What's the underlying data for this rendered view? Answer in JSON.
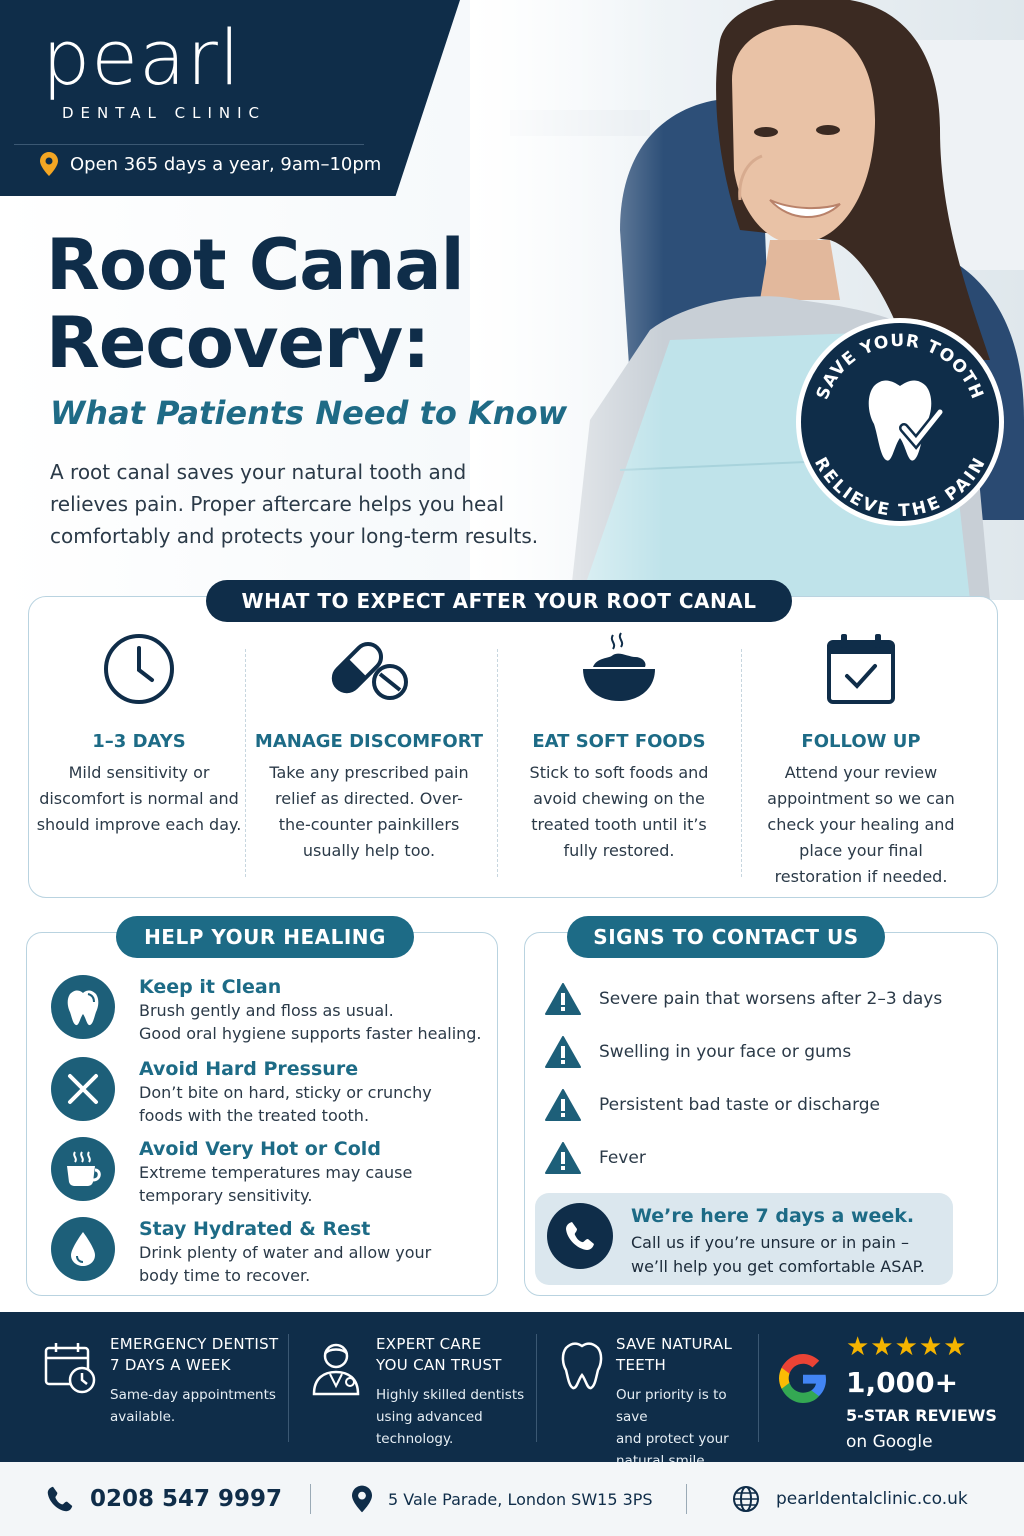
{
  "brand": {
    "name": "pearl",
    "subtitle": "DENTAL CLINIC",
    "hours": "Open 365 days a year, 9am–10pm"
  },
  "hero": {
    "title_line1": "Root Canal",
    "title_line2": "Recovery:",
    "subtitle": "What Patients Need to Know",
    "intro": "A root canal saves your natural tooth and relieves pain. Proper aftercare helps you heal comfortably and protects your long-term results.",
    "seal_top": "SAVE YOUR TOOTH",
    "seal_bottom": "RELIEVE THE PAIN"
  },
  "expect": {
    "heading": "WHAT TO EXPECT AFTER YOUR ROOT CANAL",
    "items": [
      {
        "icon": "clock-icon",
        "title": "1–3 DAYS",
        "text": "Mild sensitivity or discomfort is normal and should improve each day."
      },
      {
        "icon": "pills-icon",
        "title": "MANAGE DISCOMFORT",
        "text": "Take any prescribed pain relief as directed. Over-the-counter painkillers usually help too."
      },
      {
        "icon": "bowl-icon",
        "title": "EAT SOFT FOODS",
        "text": "Stick to soft foods and avoid chewing on the treated tooth until it’s fully restored."
      },
      {
        "icon": "calendar-check-icon",
        "title": "FOLLOW UP",
        "text": "Attend your review appointment so we can check your healing and place your final restoration if needed."
      }
    ]
  },
  "healing": {
    "heading": "HELP YOUR HEALING",
    "items": [
      {
        "icon": "tooth-icon",
        "title": "Keep it Clean",
        "text1": "Brush gently and floss as usual.",
        "text2": "Good oral hygiene supports faster healing."
      },
      {
        "icon": "no-bite-icon",
        "title": "Avoid Hard Pressure",
        "text1": "Don’t bite on hard, sticky or crunchy",
        "text2": "foods with the treated tooth."
      },
      {
        "icon": "hot-cup-icon",
        "title": "Avoid Very Hot or Cold",
        "text1": "Extreme temperatures may cause",
        "text2": "temporary sensitivity."
      },
      {
        "icon": "water-drop-icon",
        "title": "Stay Hydrated & Rest",
        "text1": "Drink plenty of water and allow your",
        "text2": "body time to recover."
      }
    ]
  },
  "contact": {
    "heading": "SIGNS TO CONTACT US",
    "signs": [
      "Severe pain that worsens after 2–3 days",
      "Swelling in your face or gums",
      "Persistent bad taste or discharge",
      "Fever"
    ],
    "call_title": "We’re here 7 days a week.",
    "call_line1": "Call us if you’re unsure or in pain –",
    "call_line2": "we’ll help you get comfortable ASAP."
  },
  "features": [
    {
      "icon": "calendar-clock-icon",
      "title1": "EMERGENCY DENTIST",
      "title2": "7 DAYS A WEEK",
      "text1": "Same-day appointments",
      "text2": "available.",
      "text3": ""
    },
    {
      "icon": "dentist-icon",
      "title1": "EXPERT CARE",
      "title2": "YOU CAN TRUST",
      "text1": "Highly skilled dentists",
      "text2": "using advanced",
      "text3": "technology."
    },
    {
      "icon": "tooth-outline-icon",
      "title1": "SAVE NATURAL",
      "title2": "TEETH",
      "text1": "Our priority is to save",
      "text2": "and protect your",
      "text3": "natural smile."
    }
  ],
  "reviews": {
    "stars": "★★★★★",
    "count": "1,000+",
    "label": "5-STAR REVIEWS",
    "platform": "on Google",
    "rating": 5
  },
  "footer": {
    "phone": "0208 547 9997",
    "address": "5 Vale Parade, London SW15 3PS",
    "website": "pearldentalclinic.co.uk"
  },
  "colors": {
    "navy": "#0f2d49",
    "teal": "#1d6b86",
    "accent_orange": "#f4a623",
    "star_gold": "#f5b400"
  }
}
